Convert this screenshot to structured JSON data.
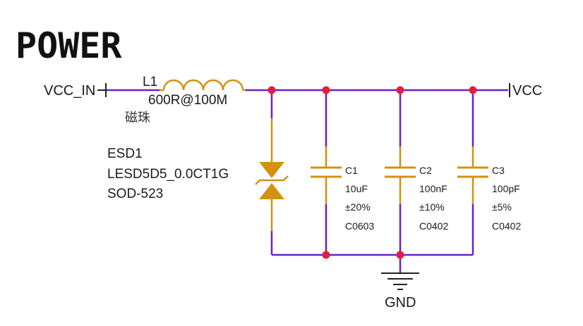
{
  "title": "POWER",
  "nets": {
    "input": "VCC_IN",
    "output": "VCC",
    "ground": "GND"
  },
  "inductor": {
    "ref": "L1",
    "value": "600R@100M",
    "note": "磁珠"
  },
  "esd": {
    "ref": "ESD1",
    "part": "LESD5D5_0.0CT1G",
    "package": "SOD-523"
  },
  "capacitors": [
    {
      "ref": "C1",
      "value": "10uF",
      "tolerance": "±20%",
      "package": "C0603"
    },
    {
      "ref": "C2",
      "value": "100nF",
      "tolerance": "±10%",
      "package": "C0402"
    },
    {
      "ref": "C3",
      "value": "100pF",
      "tolerance": "±5%",
      "package": "C0402"
    }
  ],
  "colors": {
    "wire": "#6a1fc9",
    "component": "#d4910f",
    "junction": "#e0203a",
    "symbol_line": "#222222"
  }
}
